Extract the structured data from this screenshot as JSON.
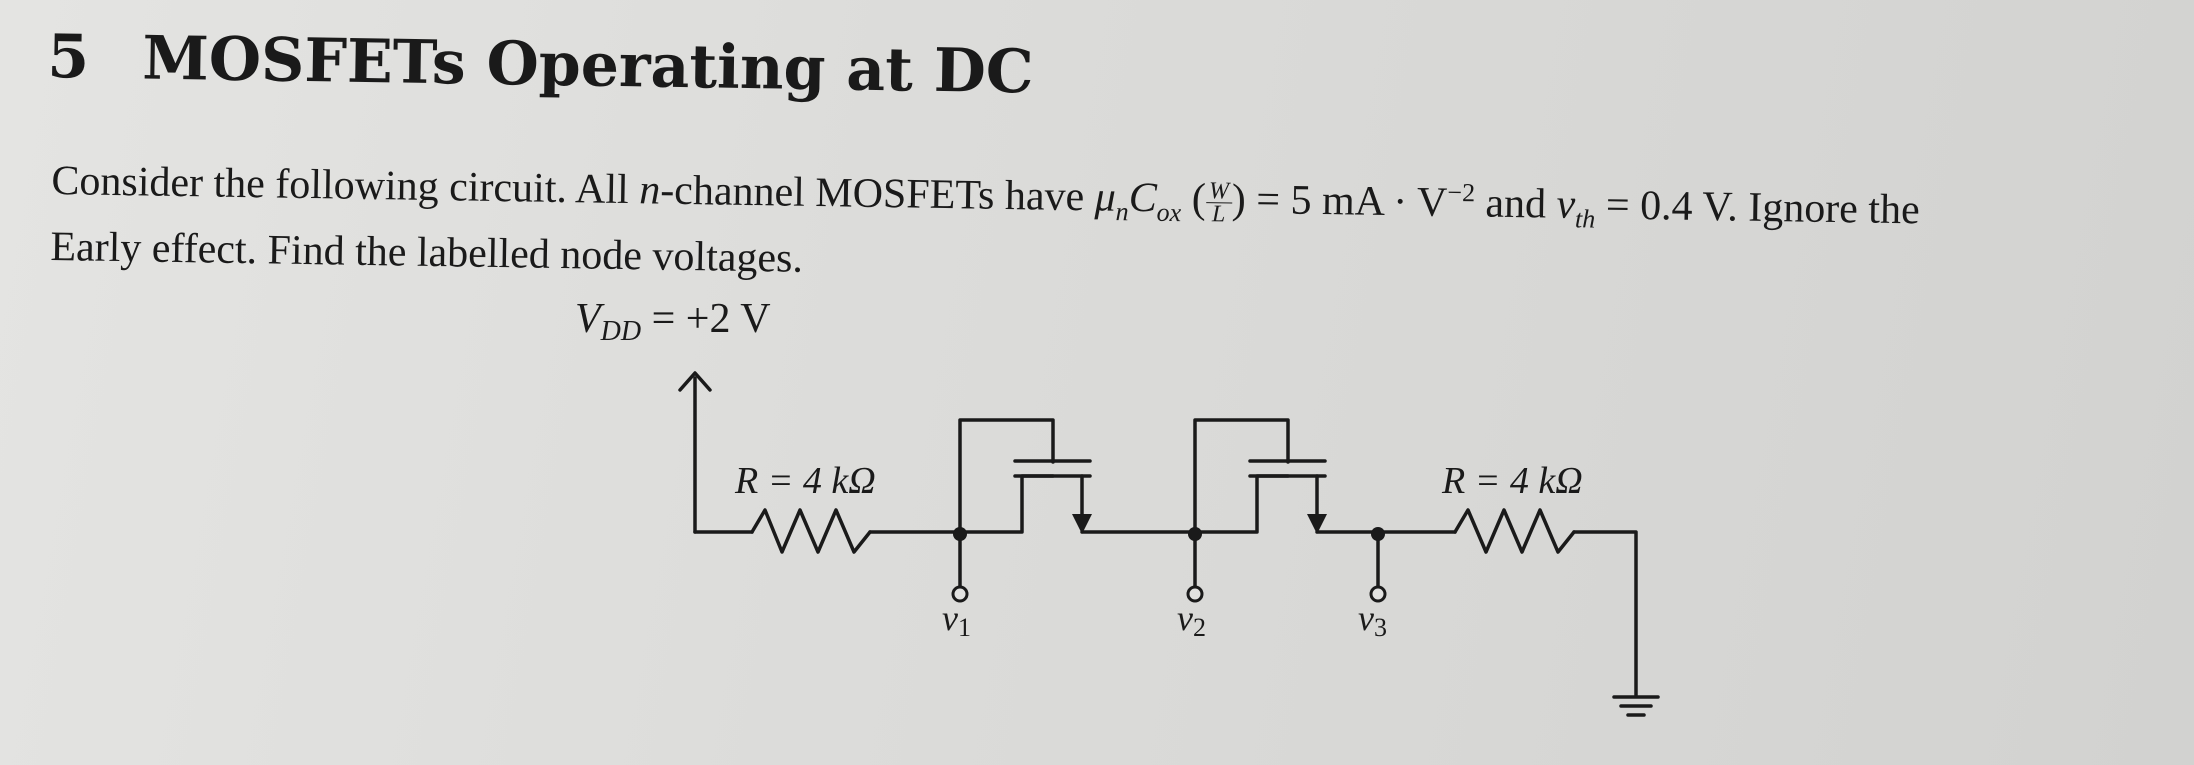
{
  "section": {
    "number": "5",
    "title": "MOSFETs Operating at DC"
  },
  "problem": {
    "line1_a": "Consider the following circuit. All ",
    "line1_n": "n",
    "line1_b": "-channel MOSFETs have ",
    "mu": "μ",
    "mu_sub": "n",
    "cox": "C",
    "cox_sub": "ox",
    "frac_top": "W",
    "frac_bottom": "L",
    "eq_value": " = 5 mA · V",
    "eq_exp": "−2",
    "and_text": " and ",
    "vth_var": "v",
    "vth_sub": "th",
    "vth_value": " = 0.4 V. Ignore the",
    "line2": "Early effect. Find the labelled node voltages."
  },
  "circuit": {
    "vdd_label": "V",
    "vdd_sub": "DD",
    "vdd_value": " = +2 V",
    "r1_label": "R = 4 kΩ",
    "r2_label": "R = 4 kΩ",
    "node1_var": "v",
    "node1_sub": "1",
    "node2_var": "v",
    "node2_sub": "2",
    "node3_var": "v",
    "node3_sub": "3"
  }
}
